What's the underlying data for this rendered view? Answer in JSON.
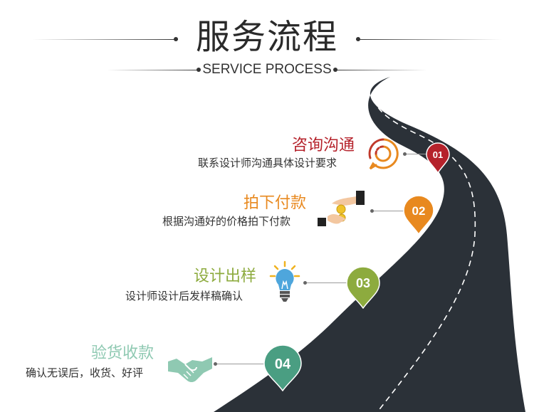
{
  "header": {
    "title": "服务流程",
    "subtitle": "SERVICE PROCESS"
  },
  "steps": [
    {
      "number": "01",
      "title": "咨询沟通",
      "desc": "联系设计师沟通具体设计要求",
      "color": "#b5222b",
      "icon": "chat-bubble-icon"
    },
    {
      "number": "02",
      "title": "拍下付款",
      "desc": "根据沟通好的价格拍下付款",
      "color": "#e8891f",
      "icon": "payment-hands-icon"
    },
    {
      "number": "03",
      "title": "设计出样",
      "desc": "设计师设计后发样稿确认",
      "color": "#8dab3e",
      "icon": "light-bulb-icon"
    },
    {
      "number": "04",
      "title": "验货收款",
      "desc": "确认无误后，收货、好评",
      "color": "#4a9e82",
      "icon": "handshake-icon"
    }
  ],
  "colors": {
    "road": "#2b3138",
    "road_lane": "#ffffff",
    "text": "#333333"
  }
}
